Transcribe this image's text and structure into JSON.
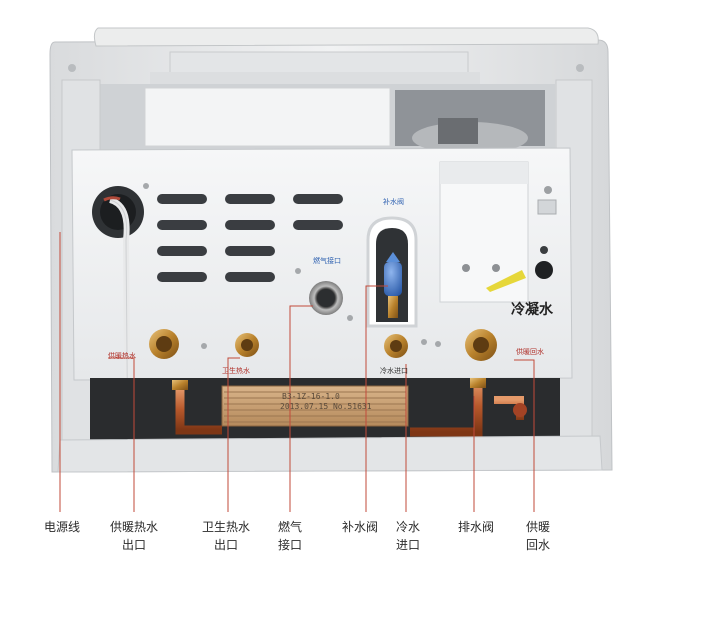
{
  "callouts": [
    {
      "id": "power-cord",
      "line1": "电源线",
      "line2": ""
    },
    {
      "id": "heating-outlet",
      "line1": "供暖热水",
      "line2": "出口"
    },
    {
      "id": "dhw-outlet",
      "line1": "卫生热水",
      "line2": "出口"
    },
    {
      "id": "gas-inlet",
      "line1": "燃气",
      "line2": "接口"
    },
    {
      "id": "refill-valve",
      "line1": "补水阀",
      "line2": ""
    },
    {
      "id": "cold-inlet",
      "line1": "冷水",
      "line2": "进口"
    },
    {
      "id": "drain-valve",
      "line1": "排水阀",
      "line2": ""
    },
    {
      "id": "heating-return",
      "line1": "供暖",
      "line2": "回水"
    }
  ],
  "device_labels": {
    "condensate": "冷凝水",
    "refill_small": "补水阀",
    "gas_small": "燃气接口",
    "cold_small": "冷水进口",
    "heat_return_small": "供暖回水",
    "dhw_small": "卫生热水",
    "heat_out_small": "供暖热水",
    "plate_line1": "B3-1Z-16-1.0",
    "plate_line2": "2013.07.15 No.51631"
  },
  "colors": {
    "callout_line": "#c24a3a",
    "casing": "#e8e9ea",
    "panel": "#f4f5f6",
    "brass": "#c9953e",
    "copper": "#c0653a",
    "valve_blue": "#3d73c8"
  }
}
